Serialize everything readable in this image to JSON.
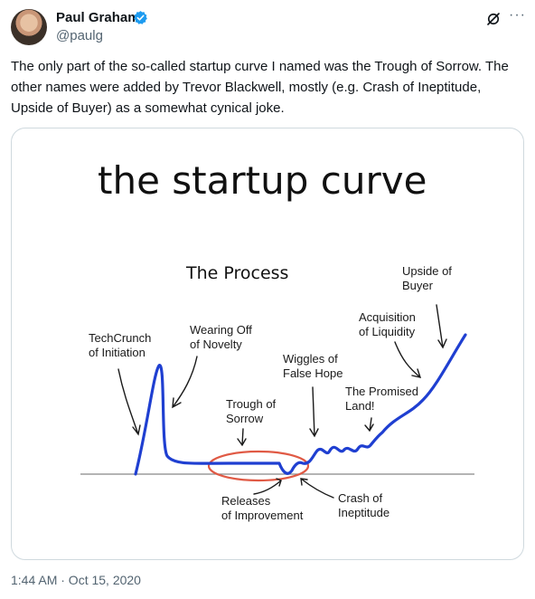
{
  "author": {
    "name": "Paul Graham",
    "handle": "@paulg",
    "verified": true,
    "verified_color": "#1d9bf0"
  },
  "tweet": {
    "text": "The only part of the so-called startup curve I named was the Trough of Sorrow. The other names were added by Trevor Blackwell, mostly (e.g. Crash of Ineptitude, Upside of Buyer) as a somewhat cynical joke.",
    "timestamp": "1:44 AM · Oct 15, 2020"
  },
  "icons": {
    "more": "more-horizontal-icon",
    "grok": "grok-icon",
    "verified": "verified-badge-icon"
  },
  "image": {
    "title": "the startup curve",
    "subtitle": "The Process",
    "curve_color": "#1f3fd1",
    "circle_color": "#e05a45",
    "labels": {
      "techcrunch_1": "TechCrunch",
      "techcrunch_2": "of Initiation",
      "novelty_1": "Wearing Off",
      "novelty_2": "of Novelty",
      "trough_1": "Trough of",
      "trough_2": "Sorrow",
      "releases_1": "Releases",
      "releases_2": "of Improvement",
      "wiggles_1": "Wiggles of",
      "wiggles_2": "False Hope",
      "crash_1": "Crash of",
      "crash_2": "Ineptitude",
      "promised_1": "The Promised",
      "promised_2": "Land!",
      "acq_1": "Acquisition",
      "acq_2": "of Liquidity",
      "upside_1": "Upside of",
      "upside_2": "Buyer"
    }
  }
}
